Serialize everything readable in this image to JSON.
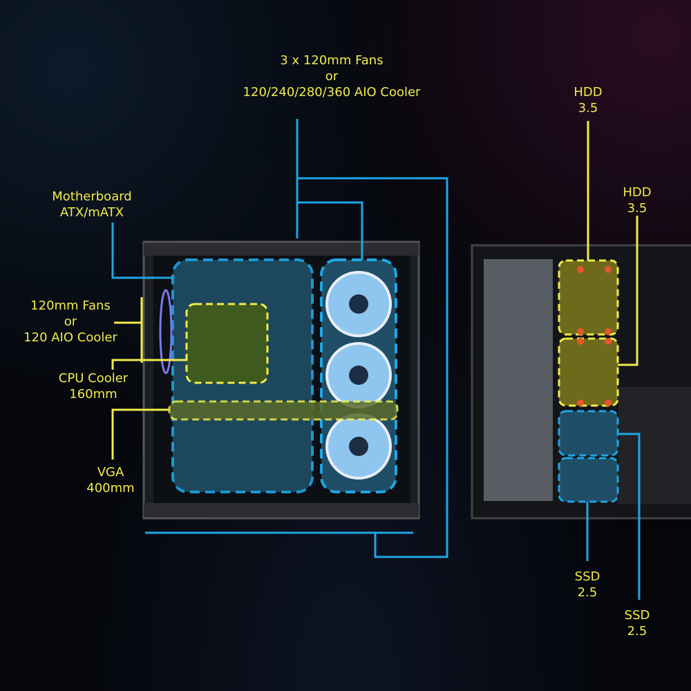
{
  "labels": {
    "top_fans": {
      "line1": "3 x 120mm Fans",
      "line2": "or",
      "line3": "120/240/280/360 AIO Cooler"
    },
    "motherboard": {
      "line1": "Motherboard",
      "line2": "ATX/mATX"
    },
    "side_fans": {
      "line1": "120mm Fans",
      "line2": "or",
      "line3": "120 AIO Cooler"
    },
    "cpu_cooler": {
      "line1": "CPU Cooler",
      "line2": "160mm"
    },
    "vga": {
      "line1": "VGA",
      "line2": "400mm"
    },
    "hdd_1": {
      "line1": "HDD",
      "line2": "3.5"
    },
    "hdd_2": {
      "line1": "HDD",
      "line2": "3.5"
    },
    "ssd_1": {
      "line1": "SSD",
      "line2": "2.5"
    },
    "ssd_2": {
      "line1": "SSD",
      "line2": "2.5"
    }
  },
  "colors": {
    "blue": "#1ea6e6",
    "yellow": "#f2ec4a",
    "hdd": "#6d6a1c",
    "zone_blue": "#1f4e66",
    "zone_green": "#3e5a1e"
  }
}
